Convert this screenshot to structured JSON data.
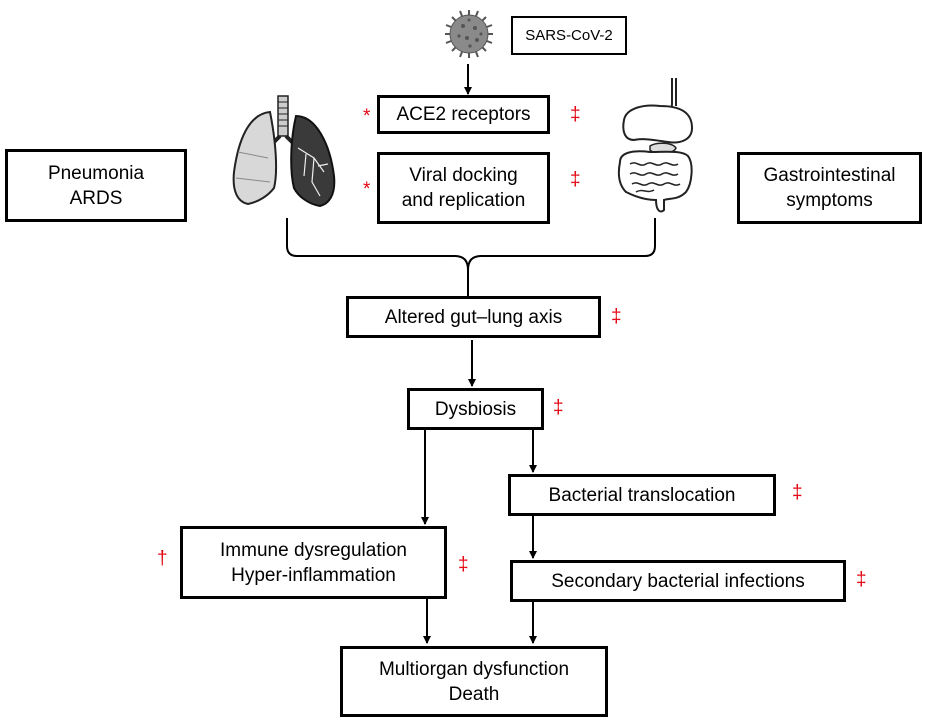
{
  "diagram": {
    "virus": {
      "label": "SARS-CoV-2",
      "icon": "coronavirus-icon"
    },
    "illustrations": {
      "lungs": "lungs-icon",
      "gut": "digestive-system-icon"
    },
    "nodes": {
      "ace2": {
        "lines": [
          "ACE2 receptors"
        ],
        "left_mark": "*",
        "right_mark": "‡"
      },
      "docking": {
        "lines": [
          "Viral docking",
          "and replication"
        ],
        "left_mark": "*",
        "right_mark": "‡"
      },
      "pneumonia": {
        "lines": [
          "Pneumonia",
          "ARDS"
        ]
      },
      "gi": {
        "lines": [
          "Gastrointestinal",
          "symptoms"
        ]
      },
      "gutlung": {
        "lines": [
          "Altered gut–lung axis"
        ],
        "right_mark": "‡"
      },
      "dysbiosis": {
        "lines": [
          "Dysbiosis"
        ],
        "right_mark": "‡"
      },
      "translocation": {
        "lines": [
          "Bacterial translocation"
        ],
        "right_mark": "‡"
      },
      "immune": {
        "lines": [
          "Immune dysregulation",
          "Hyper-inflammation"
        ],
        "left_mark": "†",
        "right_mark": "‡"
      },
      "secondary": {
        "lines": [
          "Secondary bacterial infections"
        ],
        "right_mark": "‡"
      },
      "outcome": {
        "lines": [
          "Multiorgan dysfunction",
          "Death"
        ]
      }
    },
    "edges": [
      [
        "virus",
        "ace2"
      ],
      [
        "lungs+gut",
        "gutlung"
      ],
      [
        "gutlung",
        "dysbiosis"
      ],
      [
        "dysbiosis",
        "immune"
      ],
      [
        "dysbiosis",
        "translocation"
      ],
      [
        "translocation",
        "secondary"
      ],
      [
        "immune",
        "outcome"
      ],
      [
        "secondary",
        "outcome"
      ]
    ],
    "colors": {
      "line": "#000000",
      "mark": "#e30613"
    }
  }
}
